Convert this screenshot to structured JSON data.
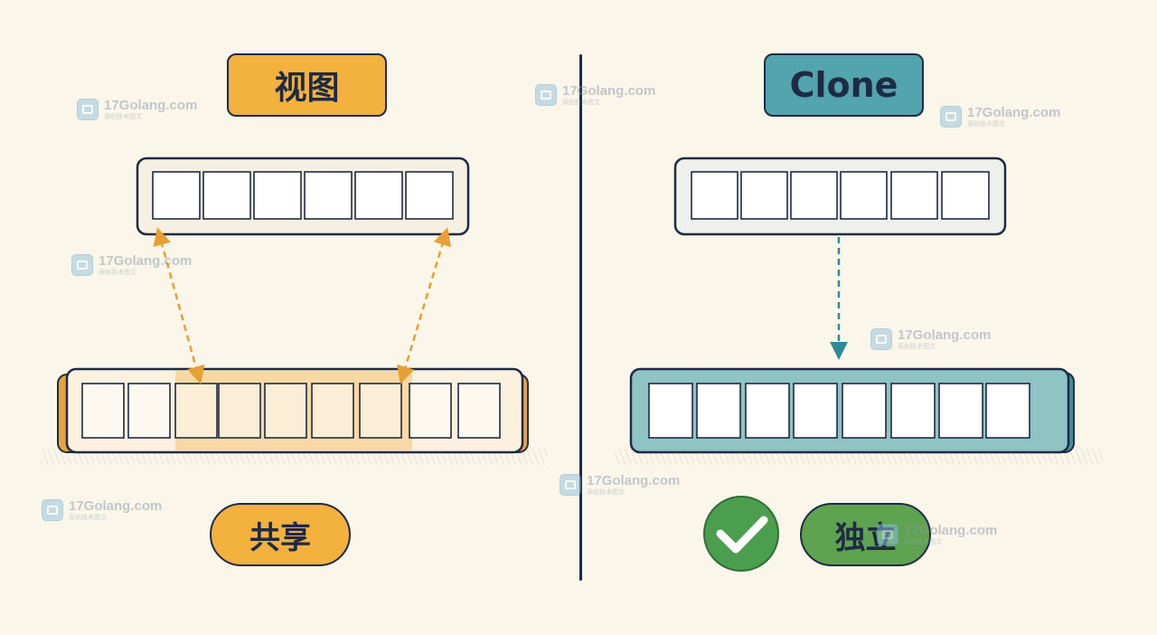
{
  "left": {
    "title": "视图",
    "caption": "共享"
  },
  "right": {
    "title": "Clone",
    "caption": "独立"
  },
  "watermark": {
    "text": "17Golang.com",
    "subtext": "源创技术图文"
  },
  "colors": {
    "background": "#fbf6ea",
    "outline": "#1f2a44",
    "orange": "#f3b13e",
    "teal": "#52a4ad",
    "green": "#5ea350",
    "arrow_orange": "#e6a033",
    "arrow_teal": "#2f8a97"
  },
  "icons": {
    "check": "check-circle-icon"
  }
}
